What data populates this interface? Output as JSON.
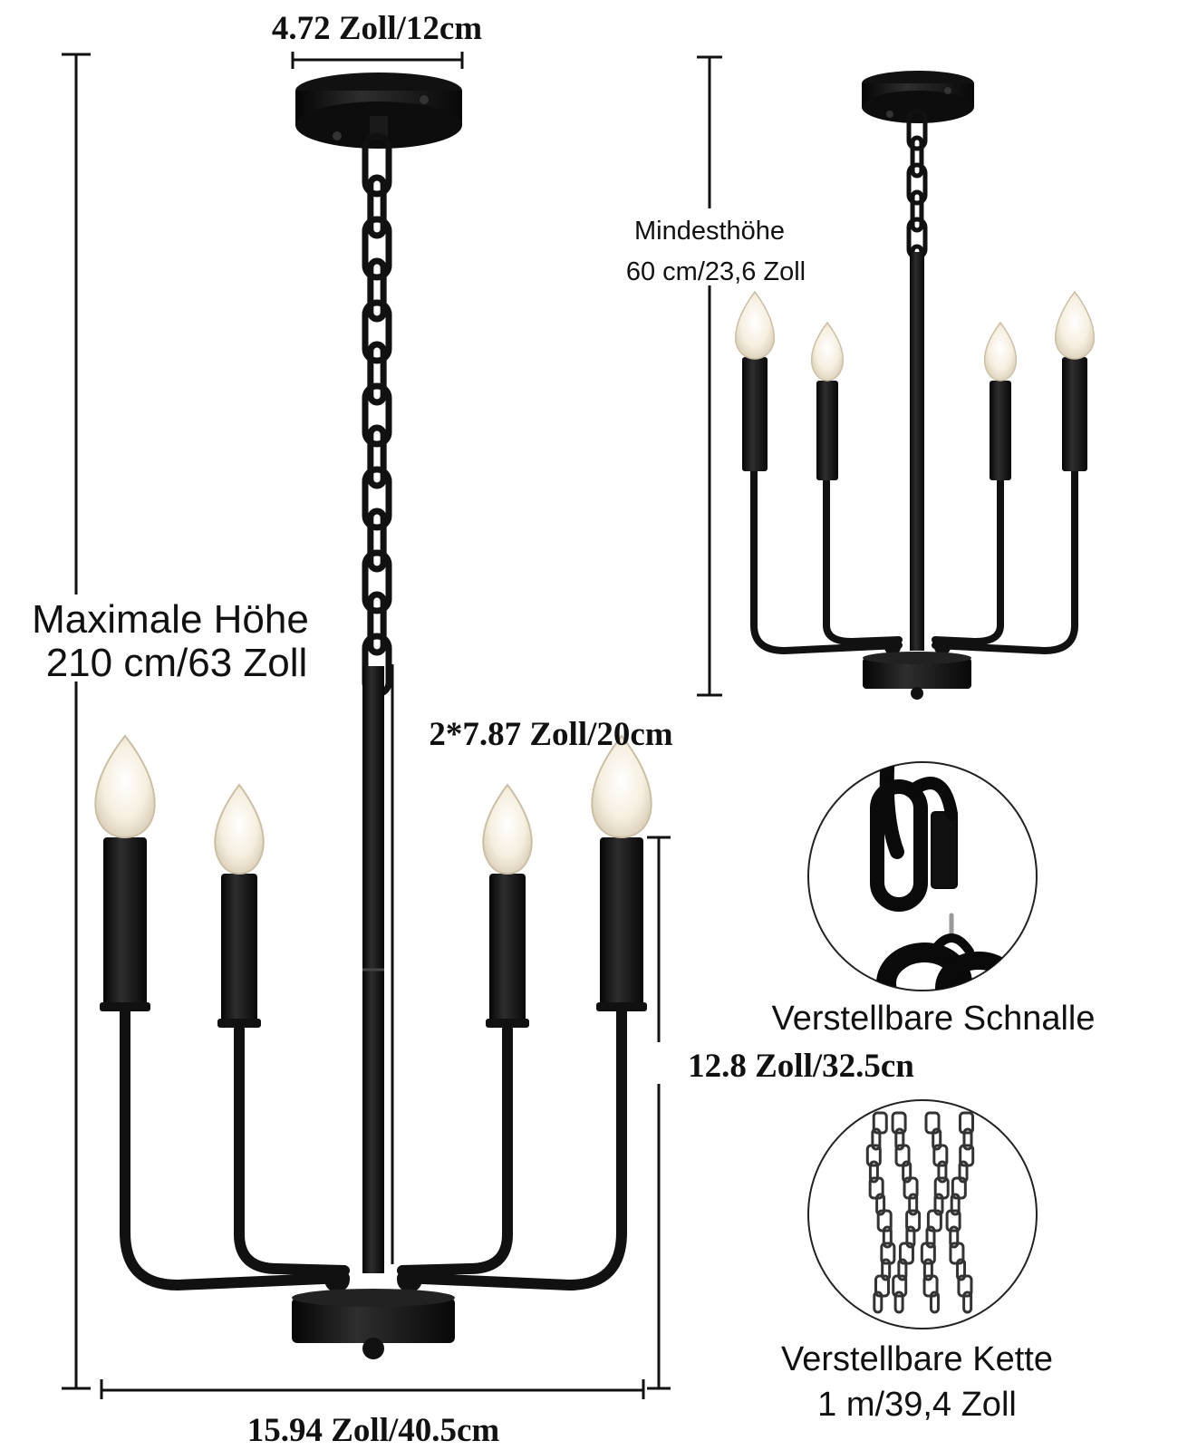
{
  "dimensions": {
    "canopy_width": "4.72 Zoll/12cm",
    "max_height_line1": "Maximale Höhe",
    "max_height_line2": "210 cm/63 Zoll",
    "rod_length": "2*7.87 Zoll/20cm",
    "body_height": "12.8 Zoll/32.5cn",
    "body_width": "15.94 Zoll/40.5cm",
    "min_height_line1": "Mindesthöhe",
    "min_height_line2": "60 cm/23,6 Zoll"
  },
  "features": {
    "buckle_label": "Verstellbare Schnalle",
    "chain_label_line1": "Verstellbare Kette",
    "chain_label_line2": "1 m/39,4 Zoll"
  },
  "colors": {
    "metal": "#141414",
    "bulb": "#f4ecdc",
    "bulb_glow": "#fbf6ea",
    "line": "#111111",
    "circle_border": "#222222"
  },
  "icons": {
    "main": "chandelier-icon",
    "small": "chandelier-small-icon",
    "buckle": "chain-buckle-icon",
    "chain": "chain-coil-icon"
  }
}
